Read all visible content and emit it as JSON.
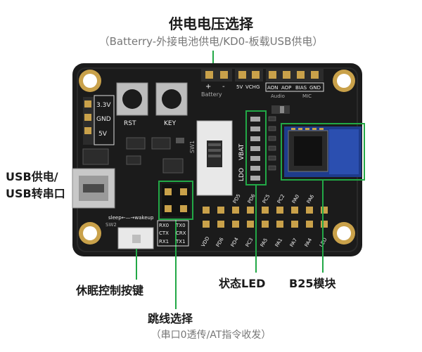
{
  "annotations": {
    "title": "供电电压选择",
    "subtitle": "（Batterry-外接电池供电/KD0-板载USB供电）",
    "usb_label_line1": "USB供电/",
    "usb_label_line2": "USB转串口",
    "sleep_label": "休眠控制按键",
    "status_led_label": "状态LED",
    "module_label": "B25模块",
    "jumper_label": "跳线选择",
    "jumper_sub": "（串口0透传/AT指令收发）"
  },
  "board": {
    "silk_3v3": "3.3V",
    "silk_gnd": "GND",
    "silk_5v": "5V",
    "silk_rst": "RST",
    "silk_key": "KEY",
    "silk_plus": "+",
    "silk_minus": "-",
    "silk_battery": "Battery",
    "silk_5v_top": "5V",
    "silk_vchg": "VCHG",
    "silk_aon": "AON",
    "silk_aop": "AOP",
    "silk_bias": "BIAS",
    "silk_gnd_top": "GND",
    "silk_audio": "Audio",
    "silk_mic": "MIC",
    "silk_sw1": "SW1",
    "silk_switch_ldo": "LDO",
    "silk_switch_vbat": "VBAT",
    "silk_sleep": "sleep←—→wakeup",
    "silk_sw2": "SW2",
    "silk_rx0": "RX0",
    "silk_tx0": "TX0",
    "silk_ctx": "CTX",
    "silk_crx": "CRX",
    "silk_rx1": "RX1",
    "silk_tx1": "TX1",
    "pins_top": [
      "PD5",
      "PD6",
      "PC5",
      "PC2",
      "PA0",
      "PA6"
    ],
    "pins_bottom": [
      "VDD",
      "PD6",
      "PD4",
      "PC3",
      "PA5",
      "PA1",
      "PA7",
      "PA4",
      "LED"
    ]
  },
  "colors": {
    "accent": "#22a846",
    "pcb": "#1b1b1b",
    "pin": "#c9a14a"
  }
}
